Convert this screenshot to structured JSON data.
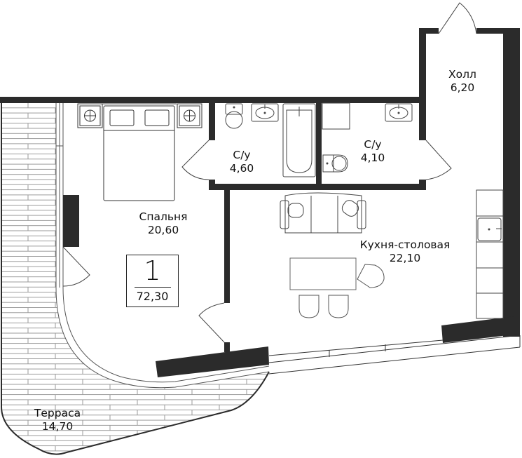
{
  "plan": {
    "type": "apartment-floor-plan",
    "unit": {
      "rooms_count": "1",
      "total_area": "72,30"
    },
    "rooms": [
      {
        "id": "hall",
        "name": "Холл",
        "area": "6,20"
      },
      {
        "id": "bathroom1",
        "name": "С/у",
        "area": "4,60"
      },
      {
        "id": "bathroom2",
        "name": "С/у",
        "area": "4,10"
      },
      {
        "id": "bedroom",
        "name": "Спальня",
        "area": "20,60"
      },
      {
        "id": "kitchen",
        "name": "Кухня-столовая",
        "area": "22,10"
      },
      {
        "id": "terrace",
        "name": "Терраса",
        "area": "14,70"
      }
    ],
    "colors": {
      "wall": "#2b2b2b",
      "line": "#555555",
      "background": "#ffffff",
      "terrace_line": "#8a8a8a"
    }
  }
}
